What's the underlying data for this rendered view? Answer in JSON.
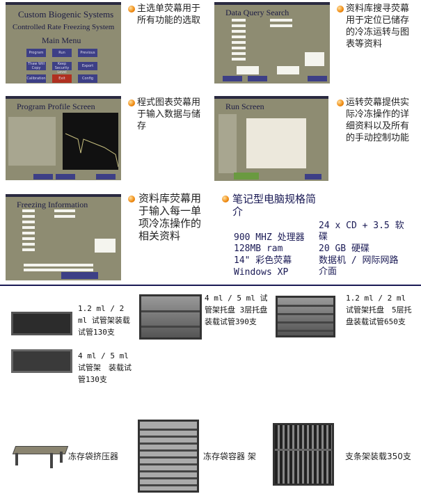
{
  "screens": [
    {
      "title_1": "Custom Biogenic Systems",
      "title_2": "Controlled Rate Freezing System",
      "title_3": "Main Menu",
      "buttons": [
        "Program",
        "Run",
        "Previous",
        "Thaw Will Copy",
        "Keep Security Level",
        "Export",
        "Calibration",
        "Exit",
        "Config Fields"
      ],
      "desc": "主选单荧幕用于所有功能的选取"
    },
    {
      "title": "Data Query Search",
      "desc": "资料库搜寻荧幕用于定位已储存的冷冻运转与图表等资料"
    },
    {
      "title": "Program Profile Screen",
      "desc": "程式图表荧幕用于输入数据与储存"
    },
    {
      "title": "Run Screen",
      "desc": "运转荧幕提供实际冷冻操作的详细资料以及所有的手动控制功能"
    },
    {
      "title": "Freezing Information",
      "desc": "资料库荧幕用于输入每一单项冷冻操作的相关资料"
    }
  ],
  "laptop": {
    "heading": "笔记型电脑规格简介",
    "left": [
      "900 MHZ 处理器",
      "128MB ram",
      "14\" 彩色荧幕",
      "Windows XP"
    ],
    "right": [
      "24 x CD + 3.5 软碟",
      "20 GB 硬碟",
      "数据机 / 网际网路介面"
    ]
  },
  "products": [
    {
      "label": "1.2 ml / 2 ml 试管架装载试管130支"
    },
    {
      "label": "4 ml / 5 ml 试管架托盘 3层托盘装载试管390支"
    },
    {
      "label": "1.2 ml / 2 ml 试管架托盘　5层托盘装载试管650支"
    },
    {
      "label": "4 ml / 5 ml 试管架　装载试管130支"
    },
    {
      "label": "冻存袋挤压器"
    },
    {
      "label": "冻存袋容器 架"
    },
    {
      "label": "支条架装载350支"
    }
  ]
}
